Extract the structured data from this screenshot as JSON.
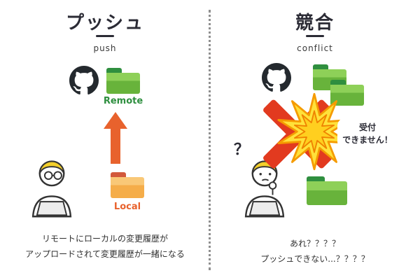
{
  "left": {
    "title": "プッシュ",
    "subtitle": "push",
    "remote_label": "Remote",
    "local_label": "Local",
    "caption": [
      "リモートにローカルの変更履歴が",
      "アップロードされて変更履歴が一緒になる"
    ]
  },
  "right": {
    "title": "競合",
    "subtitle": "conflict",
    "bubble": [
      "受付",
      "できません！"
    ],
    "question_mark": "？",
    "caption": [
      "あれ？？？？",
      "プッシュできない...？？？？"
    ]
  },
  "colors": {
    "ink": "#2b2b35",
    "accent_orange": "#e8622d",
    "folder_green": "#68b33b",
    "folder_green_tab": "#2f8f3f",
    "folder_orange": "#f5ad49",
    "folder_orange_tab": "#d2593b",
    "remote_label_green": "#2e8f3f",
    "explosion_yellow": "#ffe13a",
    "explosion_outline": "#f59b00",
    "cross_red": "#e23a1f"
  }
}
